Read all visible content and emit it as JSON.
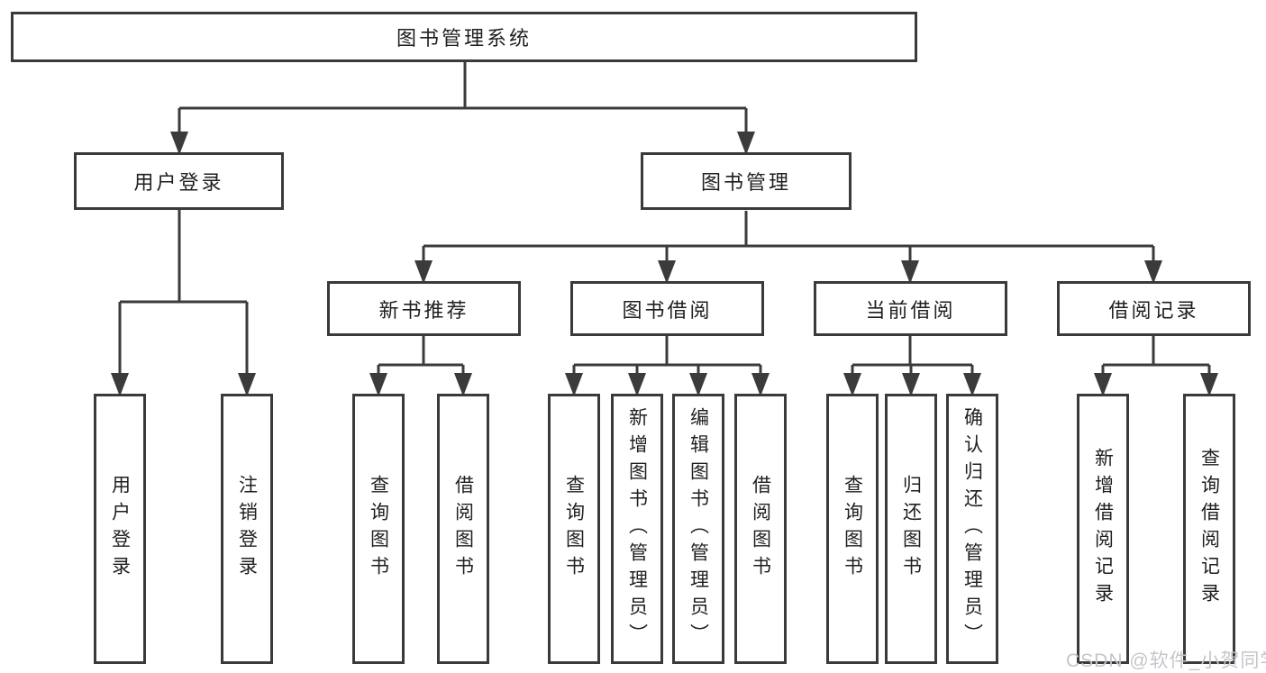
{
  "colors": {
    "line": "#3b3b3b",
    "box_border": "#3a3a3a",
    "text": "#1f1f1f",
    "watermark": "#c3c6cb",
    "background": "#ffffff"
  },
  "diagram": {
    "root": {
      "label": "图书管理系统",
      "children": [
        {
          "label": "用户登录",
          "children": [
            {
              "label": "用户登录"
            },
            {
              "label": "注销登录"
            }
          ]
        },
        {
          "label": "图书管理",
          "children": [
            {
              "label": "新书推荐",
              "children": [
                {
                  "label": "查询图书"
                },
                {
                  "label": "借阅图书"
                }
              ]
            },
            {
              "label": "图书借阅",
              "children": [
                {
                  "label": "查询图书"
                },
                {
                  "label": "新增图书（管理员）"
                },
                {
                  "label": "编辑图书（管理员）"
                },
                {
                  "label": "借阅图书"
                }
              ]
            },
            {
              "label": "当前借阅",
              "children": [
                {
                  "label": "查询图书"
                },
                {
                  "label": "归还图书"
                },
                {
                  "label": "确认归还（管理员）"
                }
              ]
            },
            {
              "label": "借阅记录",
              "children": [
                {
                  "label": "新增借阅记录"
                },
                {
                  "label": "查询借阅记录"
                }
              ]
            }
          ]
        }
      ]
    }
  },
  "watermark": {
    "text": "CSDN @软件_小贺同学"
  }
}
